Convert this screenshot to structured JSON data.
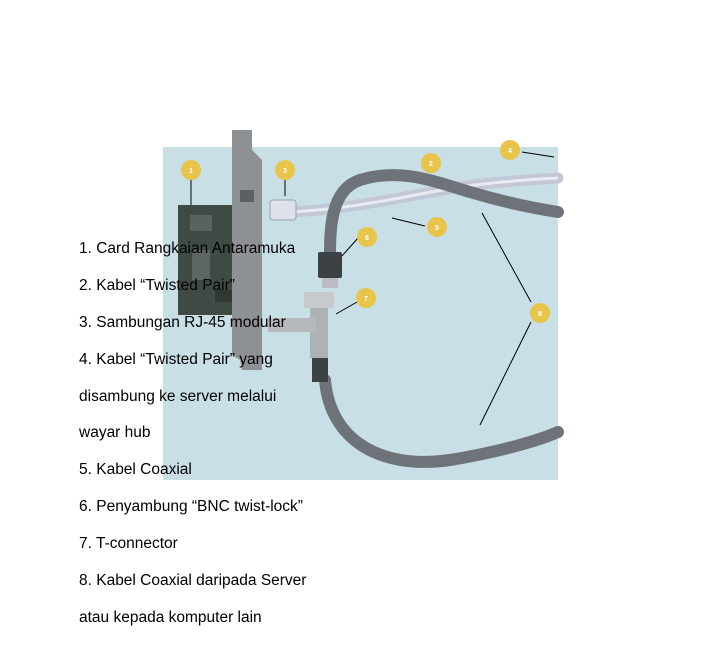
{
  "caption_lines": [
    "1. Card Rangkaian Antaramuka",
    "2. Kabel “Twisted Pair”",
    "3. Sambungan RJ-45 modular",
    "4. Kabel “Twisted Pair” yang",
    "disambung ke server melalui",
    "wayar hub",
    "5. Kabel Coaxial",
    "6. Penyambung “BNC twist-lock”",
    "7. T-connector",
    "8. Kabel Coaxial daripada Server",
    "atau kepada komputer lain"
  ],
  "callouts": [
    "1",
    "2",
    "3",
    "4",
    "5",
    "6",
    "7",
    "8"
  ],
  "colors": {
    "panel": "#c9dfe6",
    "callout": "#e8c44a",
    "cable_coax": "#6d7378",
    "cable_pair": "#c3c8d6",
    "card": "#3f4a44",
    "bracket": "#8e9193"
  }
}
